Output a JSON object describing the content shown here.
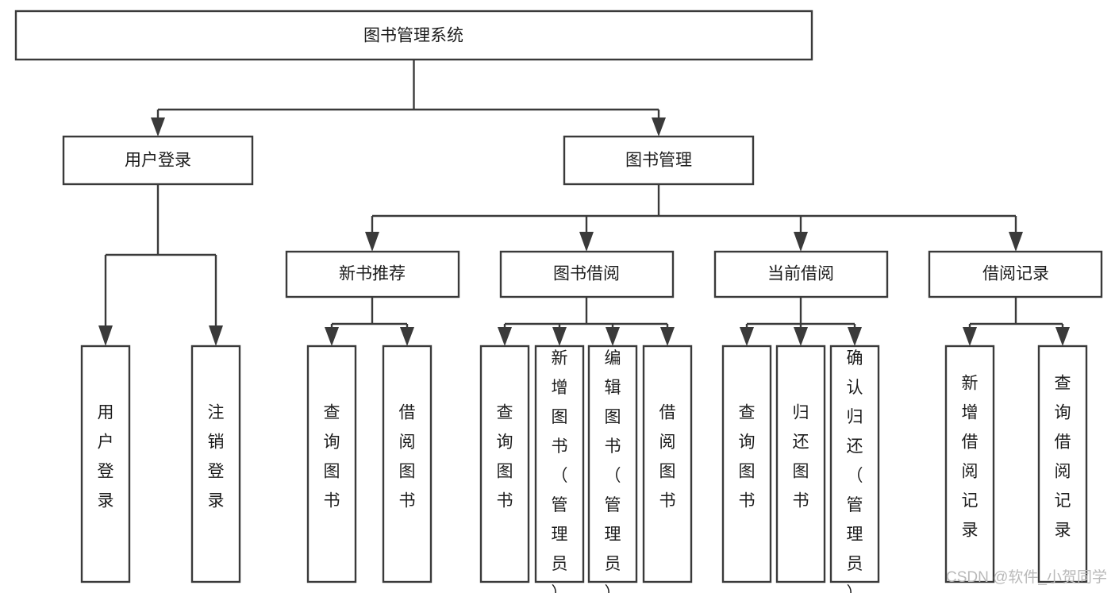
{
  "diagram": {
    "type": "tree-hierarchy",
    "title": "图书管理系统",
    "watermark": "CSDN @软件_小贺同学",
    "colors": {
      "stroke": "#3a3a3a",
      "box_fill": "#ffffff",
      "text": "#1c1c1c",
      "background": "#ffffff",
      "watermark": "#b9b9b9"
    },
    "levels": {
      "root": {
        "label": "图书管理系统"
      },
      "level2": [
        {
          "label": "用户登录"
        },
        {
          "label": "图书管理"
        }
      ],
      "level3": [
        {
          "label": "新书推荐"
        },
        {
          "label": "图书借阅"
        },
        {
          "label": "当前借阅"
        },
        {
          "label": "借阅记录"
        }
      ],
      "leaves": {
        "user_login": [
          {
            "label": "用户登录"
          },
          {
            "label": "注销登录"
          }
        ],
        "new_book_rec": [
          {
            "label": "查询图书"
          },
          {
            "label": "借阅图书"
          }
        ],
        "book_borrow": [
          {
            "label": "查询图书"
          },
          {
            "label": "新增图书（管理员）"
          },
          {
            "label": "编辑图书（管理员）"
          },
          {
            "label": "借阅图书"
          }
        ],
        "current_borrow": [
          {
            "label": "查询图书"
          },
          {
            "label": "归还图书"
          },
          {
            "label": "确认归还（管理员）"
          }
        ],
        "borrow_record": [
          {
            "label": "新增借阅记录"
          },
          {
            "label": "查询借阅记录"
          }
        ]
      }
    }
  }
}
